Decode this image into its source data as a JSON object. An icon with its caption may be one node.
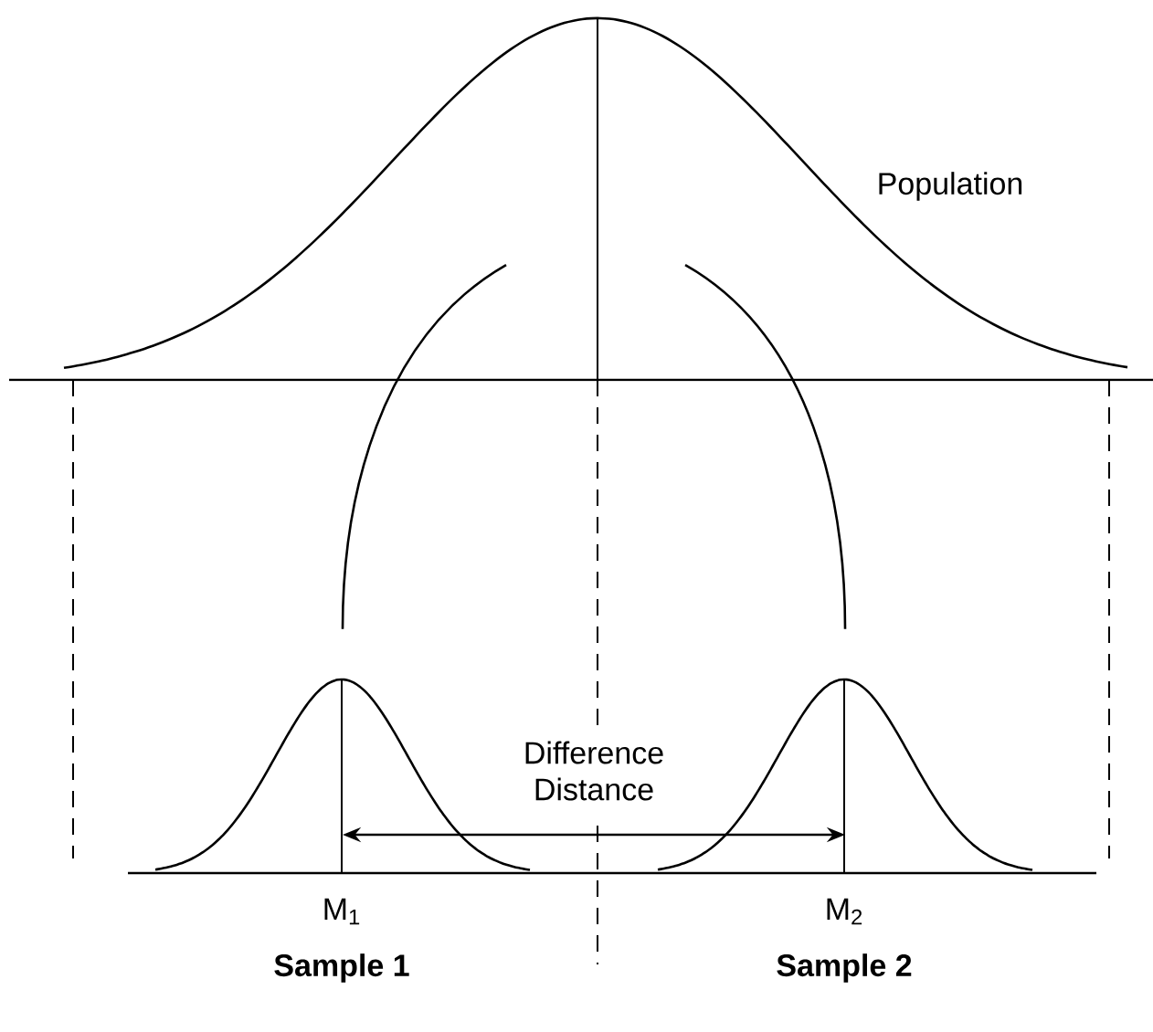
{
  "diagram": {
    "nodes": [
      {
        "text": [
          "Population"
        ]
      },
      {
        "text": [],
        "shape": "curve",
        "beside": [
          "M$_{1}$",
          "Sample 1"
        ]
      },
      {
        "text": [],
        "shape": "curve",
        "beside": [
          "M$_{2}$",
          "Sample 2"
        ]
      }
    ],
    "edges": [
      {
        "from": 0,
        "to": 1,
        "arrow": "none"
      },
      {
        "from": 0,
        "to": 2,
        "arrow": "none"
      },
      {
        "from": 1,
        "to": 2,
        "arrow": "both",
        "label": "Difference Distance"
      }
    ]
  }
}
